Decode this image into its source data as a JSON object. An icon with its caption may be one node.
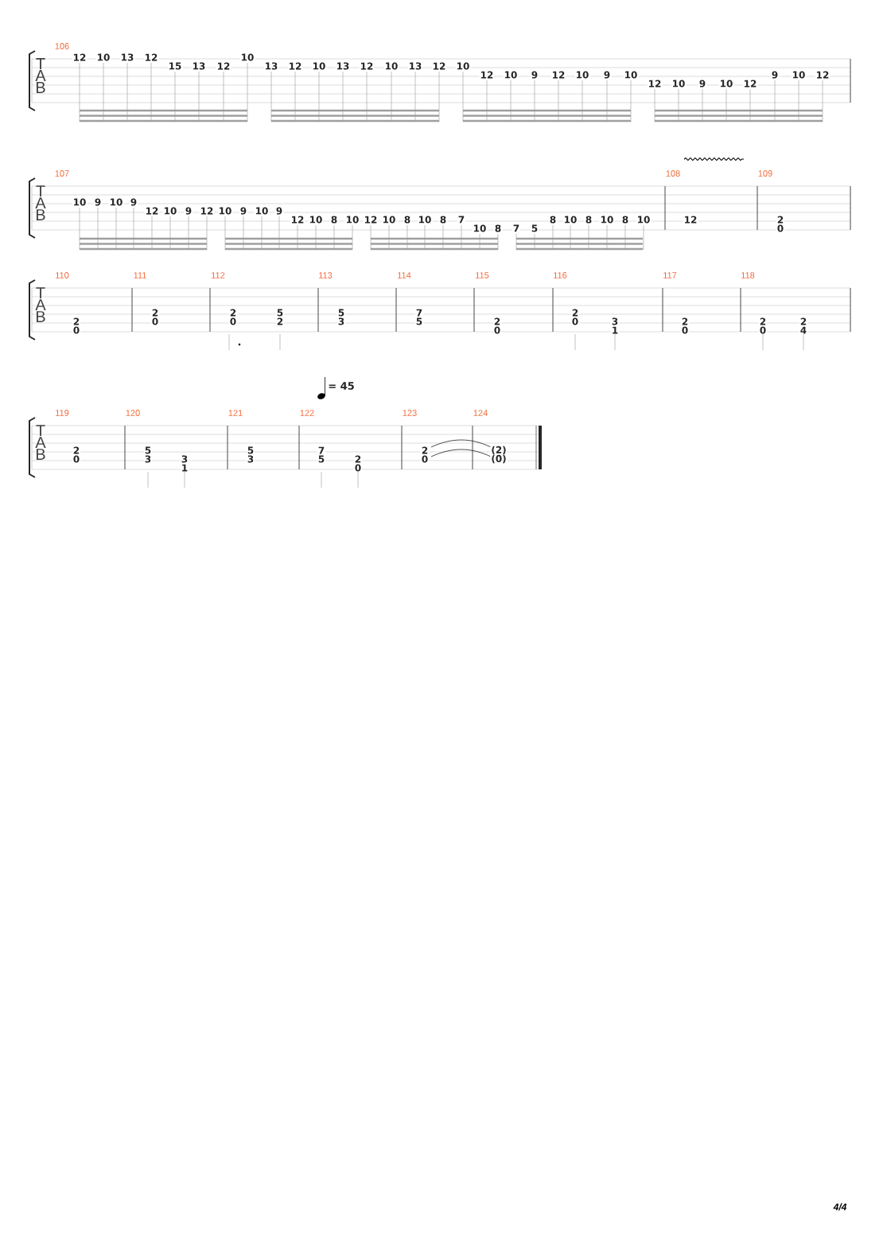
{
  "diagram": {
    "labels": [
      "106",
      "T",
      "A",
      "B",
      "12",
      "10",
      "13",
      "12",
      "15",
      "13",
      "12",
      "10",
      "13",
      "12",
      "10",
      "13",
      "12",
      "10",
      "13",
      "12",
      "10",
      "12",
      "10",
      "9",
      "12",
      "10",
      "9",
      "10",
      "12",
      "10",
      "9",
      "10",
      "12",
      "9",
      "10",
      "12",
      "107",
      "108",
      "109",
      "T",
      "A",
      "B",
      "10",
      "9",
      "10",
      "9",
      "12",
      "10",
      "9",
      "12",
      "10",
      "9",
      "10",
      "9",
      "12",
      "10",
      "8",
      "10",
      "12",
      "10",
      "8",
      "10",
      "8",
      "7",
      "10",
      "8",
      "7",
      "5",
      "8",
      "10",
      "8",
      "10",
      "8",
      "10",
      "12",
      "2",
      "0",
      "110",
      "111",
      "112",
      "113",
      "114",
      "115",
      "116",
      "117",
      "118",
      "T",
      "A",
      "B",
      "2",
      "0",
      "2",
      "0",
      "2",
      "0",
      "5",
      "2",
      "5",
      "3",
      "7",
      "5",
      "2",
      "0",
      "2",
      "0",
      "3",
      "1",
      "2",
      "0",
      "2",
      "0",
      "2",
      "4",
      "= 45",
      "119",
      "120",
      "121",
      "122",
      "123",
      "124",
      "T",
      "A",
      "B",
      "2",
      "0",
      "5",
      "3",
      "3",
      "1",
      "5",
      "3",
      "7",
      "5",
      "2",
      "0",
      "2",
      "0",
      "(2)",
      "(0)",
      "4/4"
    ]
  }
}
